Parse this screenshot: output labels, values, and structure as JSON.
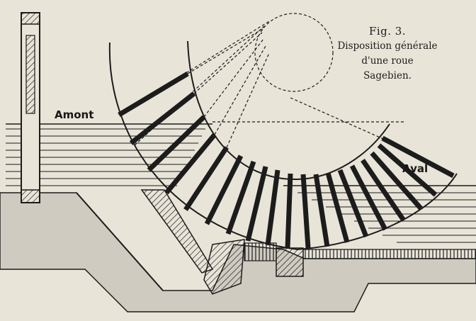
{
  "caption": {
    "figure": "Fig. 3.",
    "line1": "Disposition générale",
    "line2": "d'une roue",
    "line3": "Sagebien."
  },
  "labels": {
    "upstream": "Amont",
    "downstream": "Aval"
  },
  "colors": {
    "paper": "#e9e4d8",
    "ink": "#1c1c1c",
    "ground": "#cfcbc0"
  }
}
